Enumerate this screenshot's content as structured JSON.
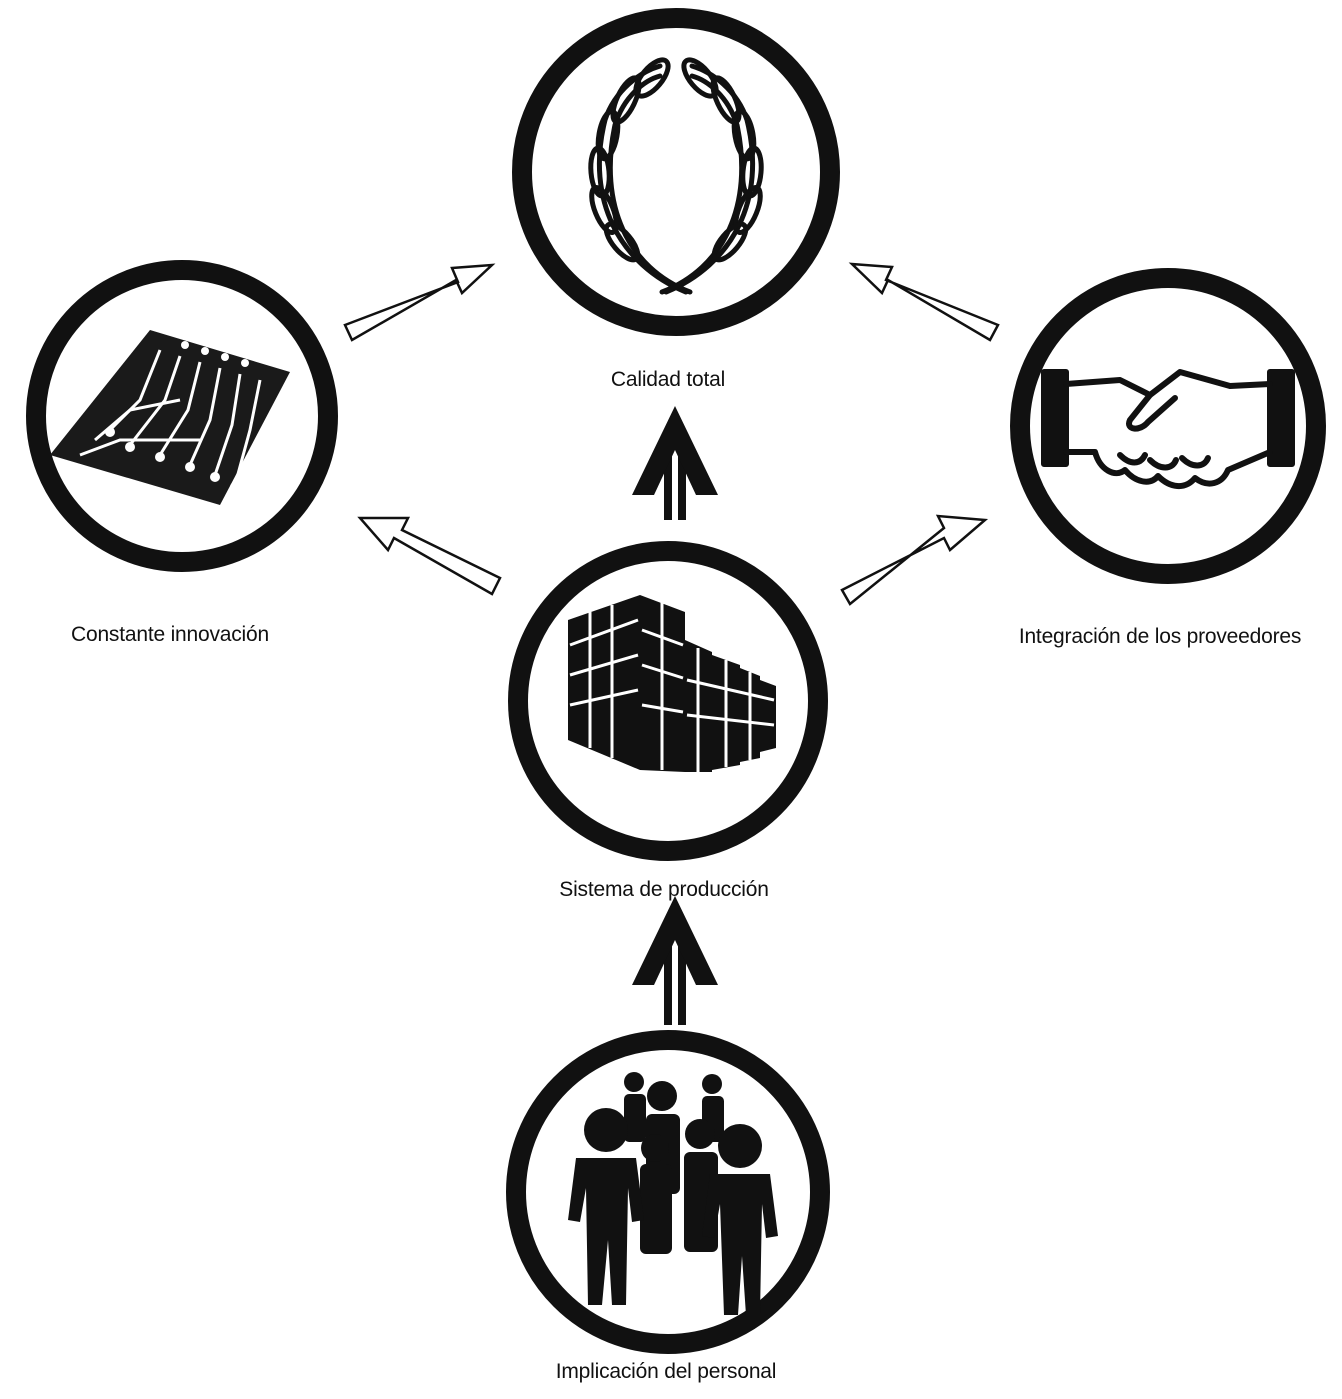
{
  "nodes": {
    "calidad": {
      "label": "Calidad total",
      "icon": "laurel-wreath-icon"
    },
    "innovacion": {
      "label": "Constante innovación",
      "icon": "circuit-board-icon"
    },
    "proveedores": {
      "label": "Integración de los proveedores",
      "icon": "handshake-icon"
    },
    "produccion": {
      "label": "Sistema de producción",
      "icon": "factory-building-icon"
    },
    "personal": {
      "label": "Implicación del personal",
      "icon": "people-group-icon"
    }
  },
  "arrows": [
    {
      "from": "personal",
      "to": "produccion",
      "style": "double-shaft"
    },
    {
      "from": "produccion",
      "to": "calidad",
      "style": "double-shaft"
    },
    {
      "from": "produccion",
      "to": "innovacion",
      "style": "outline"
    },
    {
      "from": "produccion",
      "to": "proveedores",
      "style": "outline"
    },
    {
      "from": "innovacion",
      "to": "calidad",
      "style": "outline"
    },
    {
      "from": "proveedores",
      "to": "calidad",
      "style": "outline"
    }
  ],
  "colors": {
    "ink": "#111111",
    "background": "#ffffff"
  }
}
